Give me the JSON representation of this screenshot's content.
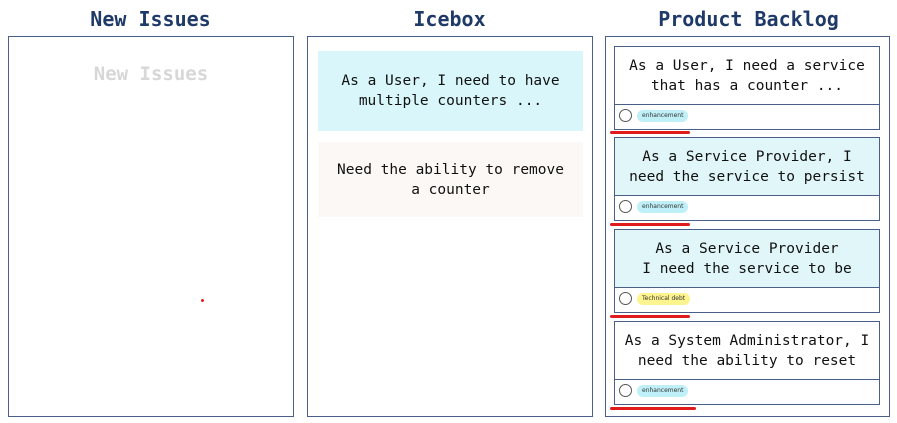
{
  "columns": {
    "new_issues": {
      "title": "New Issues",
      "placeholder": "New Issues"
    },
    "icebox": {
      "title": "Icebox",
      "cards": [
        {
          "text": "As a User, I need to have\nmultiple counters ..."
        },
        {
          "text": "Need the ability to remove\na counter"
        }
      ]
    },
    "product_backlog": {
      "title": "Product Backlog",
      "cards": [
        {
          "text": "As a User, I need a service\nthat has a counter ...",
          "label": "enhancement",
          "label_color": "#bff0f7"
        },
        {
          "text": "As a Service Provider, I\nneed the service to persist",
          "label": "enhancement",
          "label_color": "#bff0f7"
        },
        {
          "text": "As a Service Provider\nI need the service to be",
          "label": "Technical debt",
          "label_color": "#fdf38f"
        },
        {
          "text": "As a System Administrator, I\nneed the ability to reset",
          "label": "enhancement",
          "label_color": "#bff0f7"
        }
      ]
    }
  },
  "colors": {
    "title": "#1f3a68",
    "border": "#4a5f87",
    "annotation_red": "#e01b1b"
  }
}
